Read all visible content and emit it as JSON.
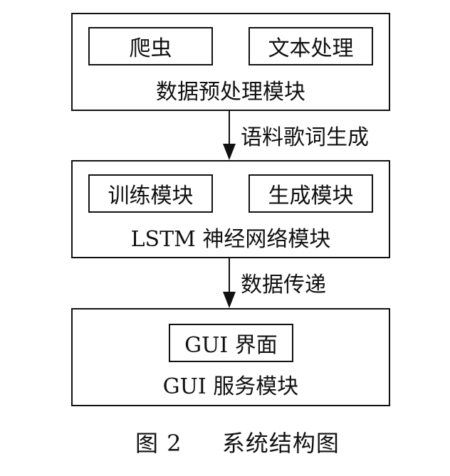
{
  "modules": [
    {
      "title": "数据预处理模块",
      "submodules": [
        "爬虫",
        "文本处理"
      ]
    },
    {
      "title": "LSTM 神经网络模块",
      "submodules": [
        "训练模块",
        "生成模块"
      ]
    },
    {
      "title": "GUI 服务模块",
      "submodules": [
        "GUI 界面"
      ]
    }
  ],
  "edges": [
    {
      "label": "语料歌词生成"
    },
    {
      "label": "数据传递"
    }
  ],
  "caption": {
    "number": "图 2",
    "text": "系统结构图"
  }
}
